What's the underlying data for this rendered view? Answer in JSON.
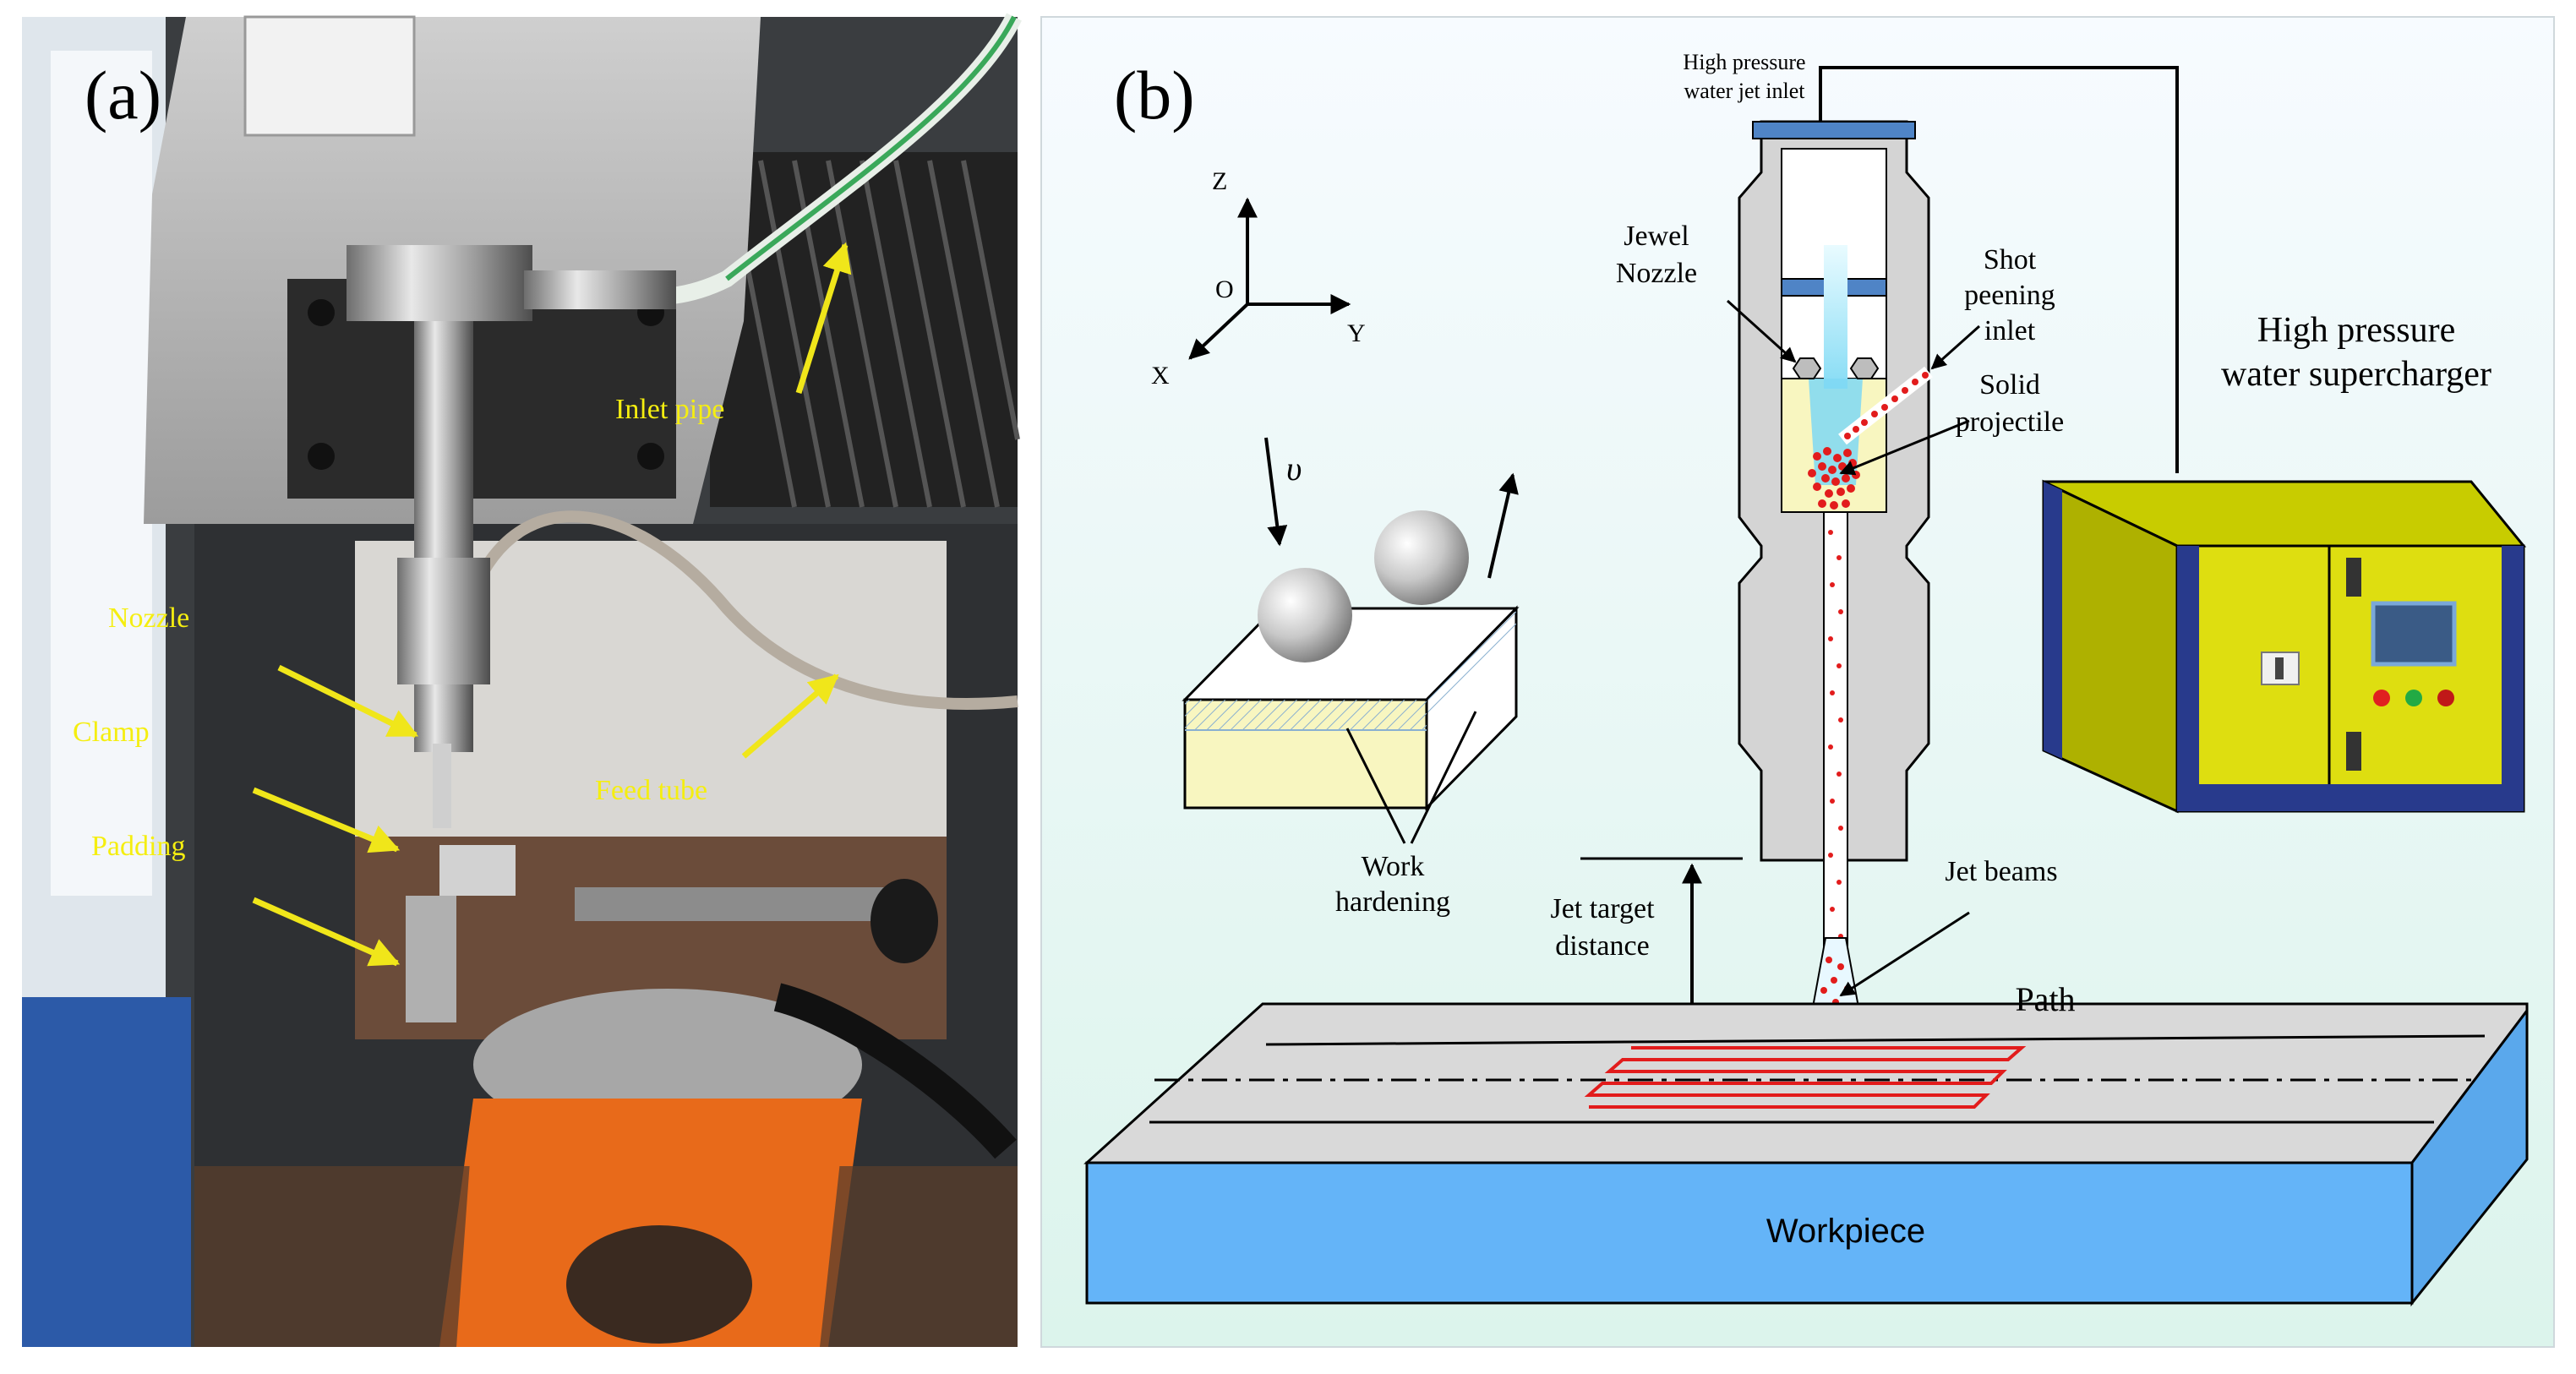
{
  "panel_a": {
    "tag": "(a)",
    "labels": {
      "inlet_pipe": "Inlet pipe",
      "nozzle": "Nozzle",
      "clamp": "Clamp",
      "padding": "Padding",
      "feed_tube": "Feed tube"
    }
  },
  "panel_b": {
    "tag": "(b)",
    "axes": {
      "z": "Z",
      "o": "O",
      "y": "Y",
      "x": "X"
    },
    "velocity": "υ",
    "labels": {
      "inlet_line1": "High pressure",
      "inlet_line2": "water jet inlet",
      "jewel_line1": "Jewel",
      "jewel_line2": "Nozzle",
      "shot_line1": "Shot",
      "shot_line2": "peening",
      "shot_line3": "inlet",
      "solid_line1": "Solid",
      "solid_line2": "projectile",
      "super_line1": "High pressure",
      "super_line2": "water supercharger",
      "work_line1": "Work",
      "work_line2": "hardening",
      "jet_dist_line1": "Jet target",
      "jet_dist_line2": "distance",
      "jet_beams": "Jet beams",
      "path": "Path",
      "workpiece": "Workpiece"
    }
  },
  "colors": {
    "annotation_yellow": "#f5ee10",
    "arrow_yellow": "#f0e61a",
    "workpiece_blue": "#64b4f8",
    "supercharger_yellow": "#c8cc00",
    "supercharger_navy": "#283a8c",
    "path_red": "#e21c1c",
    "panel_b_bg_top": "#f7fbff",
    "panel_b_bg_bottom": "#dff5ee"
  }
}
